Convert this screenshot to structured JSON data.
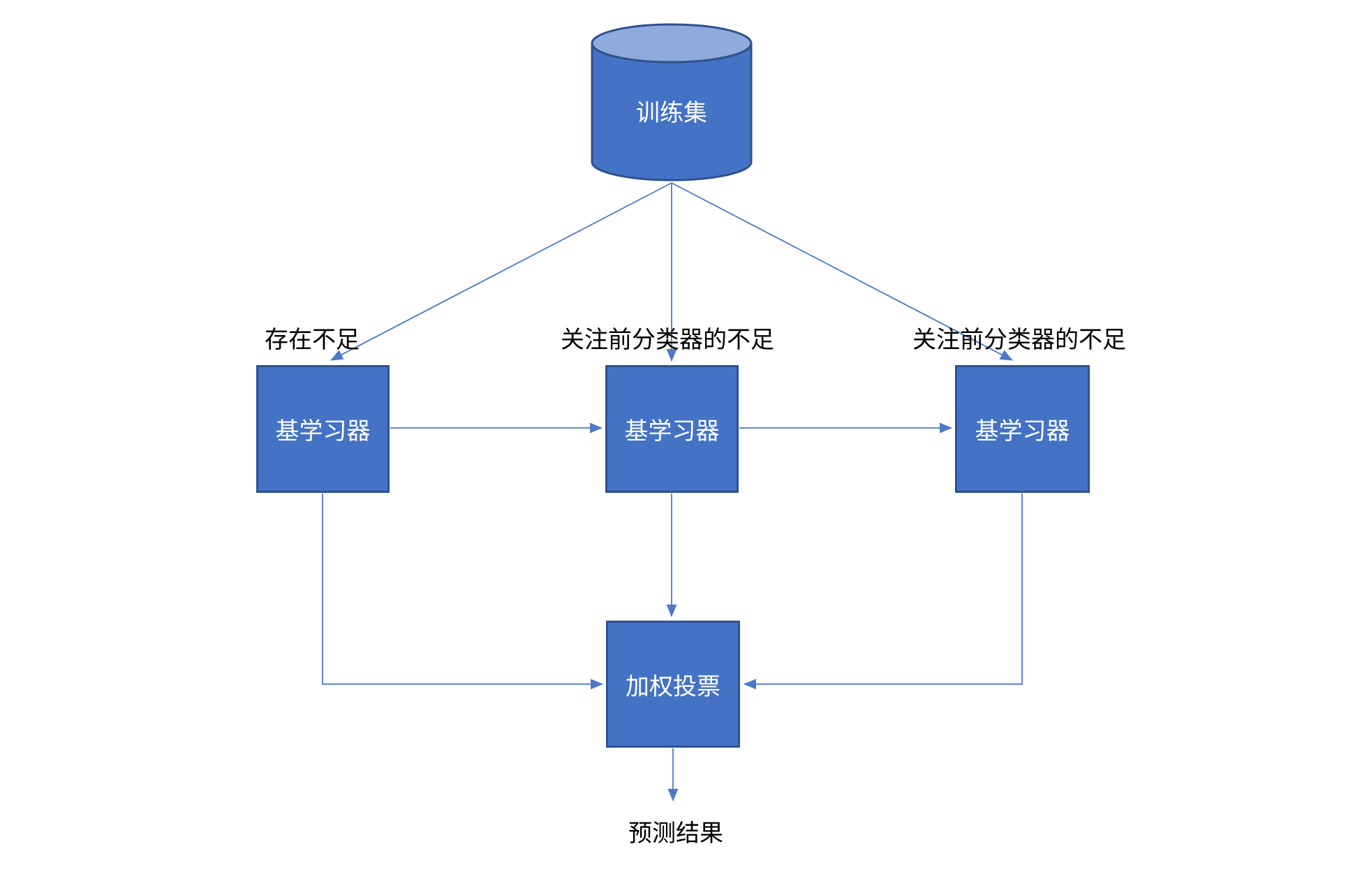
{
  "colors": {
    "background": "#FFFFFF",
    "node_fill": "#4472C4",
    "node_border": "#2F528F",
    "cylinder_top_fill": "#8FAADC",
    "connector": "#4C79C7",
    "node_text": "#FFFFFF",
    "annotation_text": "#000000"
  },
  "diagram": {
    "training_set": {
      "label": "训练集"
    },
    "base_learners": [
      {
        "label": "基学习器",
        "annotation": "存在不足"
      },
      {
        "label": "基学习器",
        "annotation": "关注前分类器的不足"
      },
      {
        "label": "基学习器",
        "annotation": "关注前分类器的不足"
      }
    ],
    "weighted_vote": {
      "label": "加权投票"
    },
    "result": {
      "label": "预测结果"
    }
  }
}
